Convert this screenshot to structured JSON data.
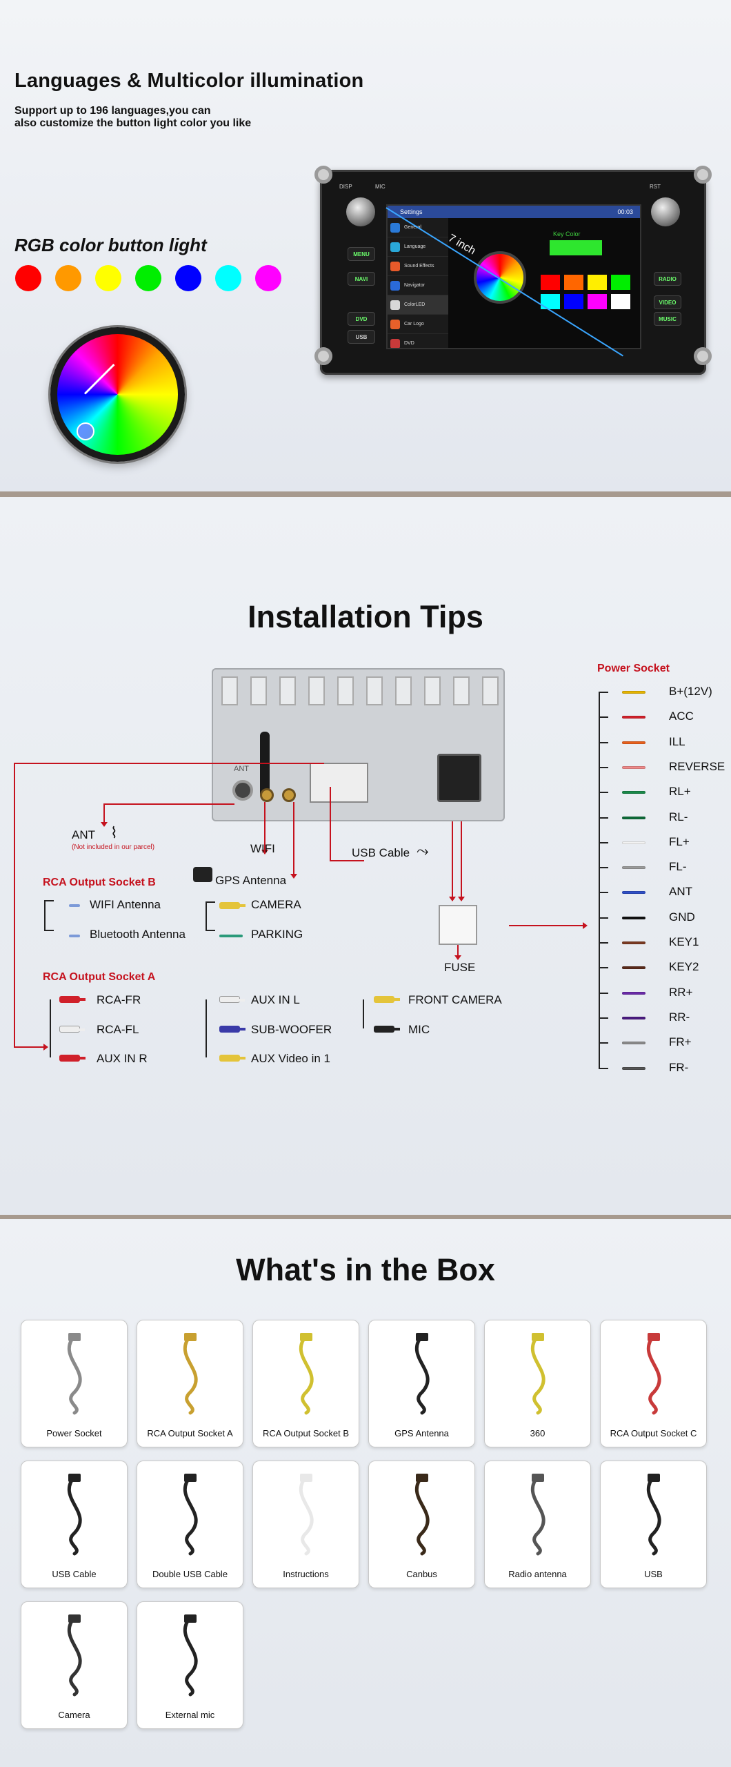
{
  "section1": {
    "title": "Languages & Multicolor illumination",
    "subtitle_line1": "Support up to 196 languages,you can",
    "subtitle_line2": "also customize the button light color you like",
    "rgb_label": "RGB color button light",
    "dot_colors": [
      "#ff0000",
      "#ff9900",
      "#ffff00",
      "#00ee00",
      "#0000ff",
      "#00ffff",
      "#ff00ff"
    ],
    "device": {
      "screen_title": "Settings",
      "clock": "00:03",
      "size_label": "7 inch",
      "key_color_label": "Key Color",
      "menu": [
        "General",
        "Language",
        "Sound Effects",
        "Navigator",
        "ColorLED",
        "Car Logo",
        "DVD"
      ],
      "buttons_left": [
        "MENU",
        "NAVI",
        "DVD",
        "USB"
      ],
      "buttons_right": [
        "RADIO",
        "VIDEO",
        "MUSIC"
      ],
      "top_labels": [
        "DISP",
        "MIC",
        "RST"
      ],
      "swatches": [
        "#ff0000",
        "#ff6600",
        "#ffee00",
        "#00ee00",
        "#00ffff",
        "#0000ff",
        "#ff00ff",
        "#ffffff"
      ]
    }
  },
  "section2": {
    "title": "Installation Tips",
    "ant_panel_label": "ANT",
    "ant_label": "ANT",
    "ant_note": "(Not included in our parcel)",
    "wifi": "WIFI",
    "usb_cable": "USB Cable",
    "gps_antenna": "GPS Antenna",
    "rca_b_title": "RCA Output Socket B",
    "rca_b_items": [
      "WIFI Antenna",
      "Bluetooth Antenna"
    ],
    "camera": "CAMERA",
    "parking": "PARKING",
    "fuse": "FUSE",
    "rca_a_title": "RCA Output Socket A",
    "rca_a_items": [
      "RCA-FR",
      "RCA-FL",
      "AUX IN R"
    ],
    "aux_items": [
      "AUX IN L",
      "SUB-WOOFER",
      "AUX Video in 1"
    ],
    "front_camera": "FRONT CAMERA",
    "mic": "MIC",
    "power_title": "Power Socket",
    "power_items": [
      {
        "label": "B+(12V)",
        "color": "#e6b400"
      },
      {
        "label": "ACC",
        "color": "#d0202a"
      },
      {
        "label": "ILL",
        "color": "#e8601c"
      },
      {
        "label": "REVERSE",
        "color": "#f08a8a"
      },
      {
        "label": "RL+",
        "color": "#1a8a4a"
      },
      {
        "label": "RL-",
        "color": "#0d6a38"
      },
      {
        "label": "FL+",
        "color": "#f2f2f2"
      },
      {
        "label": "FL-",
        "color": "#9a9a9a"
      },
      {
        "label": "ANT",
        "color": "#3050c8"
      },
      {
        "label": "GND",
        "color": "#111111"
      },
      {
        "label": "KEY1",
        "color": "#7a3a22"
      },
      {
        "label": "KEY2",
        "color": "#5a2a1a"
      },
      {
        "label": "RR+",
        "color": "#6a2aa8"
      },
      {
        "label": "RR-",
        "color": "#4a1a80"
      },
      {
        "label": "FR+",
        "color": "#8a8a8a"
      },
      {
        "label": "FR-",
        "color": "#555555"
      }
    ]
  },
  "section3": {
    "title": "What's in the Box",
    "items": [
      "Power Socket",
      "RCA Output Socket A",
      "RCA Output Socket B",
      "GPS Antenna",
      "360",
      "RCA Output Socket C",
      "USB Cable",
      "Double USB Cable",
      "Instructions",
      "Canbus",
      "Radio antenna",
      "USB",
      "Camera",
      "External mic"
    ]
  }
}
